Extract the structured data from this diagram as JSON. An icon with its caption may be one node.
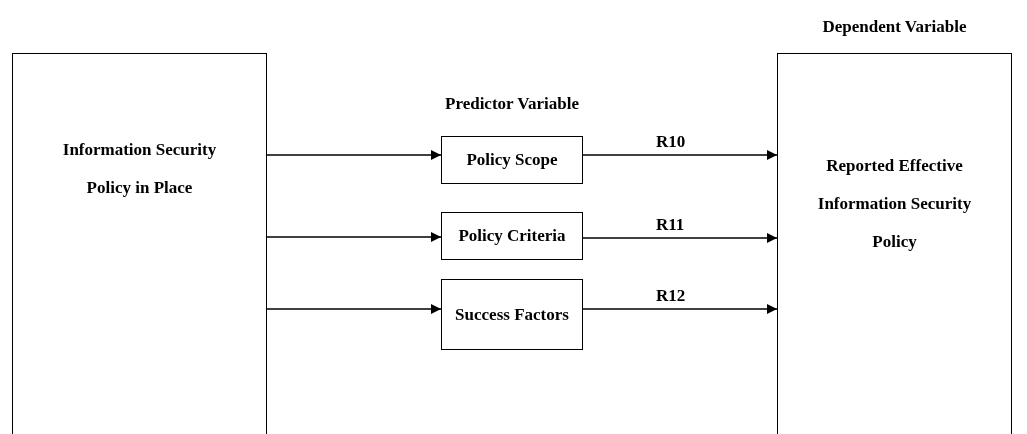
{
  "diagram": {
    "nodes": [
      {
        "text": [
          "Information Security Policy in Place"
        ]
      },
      {
        "text": [
          "Policy Scope"
        ]
      },
      {
        "text": [
          "Policy Criteria"
        ]
      },
      {
        "text": [
          "Success Factors"
        ]
      },
      {
        "text": [
          "Dependent Variable",
          "Reported Effective Information Security Policy"
        ]
      }
    ],
    "edges": [
      {
        "from": 0,
        "to": 1,
        "arrow": "to"
      },
      {
        "from": 0,
        "to": 2,
        "arrow": "to"
      },
      {
        "from": 0,
        "to": 3,
        "arrow": "to"
      },
      {
        "from": 1,
        "to": 4,
        "arrow": "to",
        "label": "R10"
      },
      {
        "from": 2,
        "to": 4,
        "arrow": "to",
        "label": "R11"
      },
      {
        "from": 3,
        "to": 4,
        "arrow": "to",
        "label": "R12"
      }
    ],
    "labels": [
      "Predictor Variable"
    ]
  }
}
